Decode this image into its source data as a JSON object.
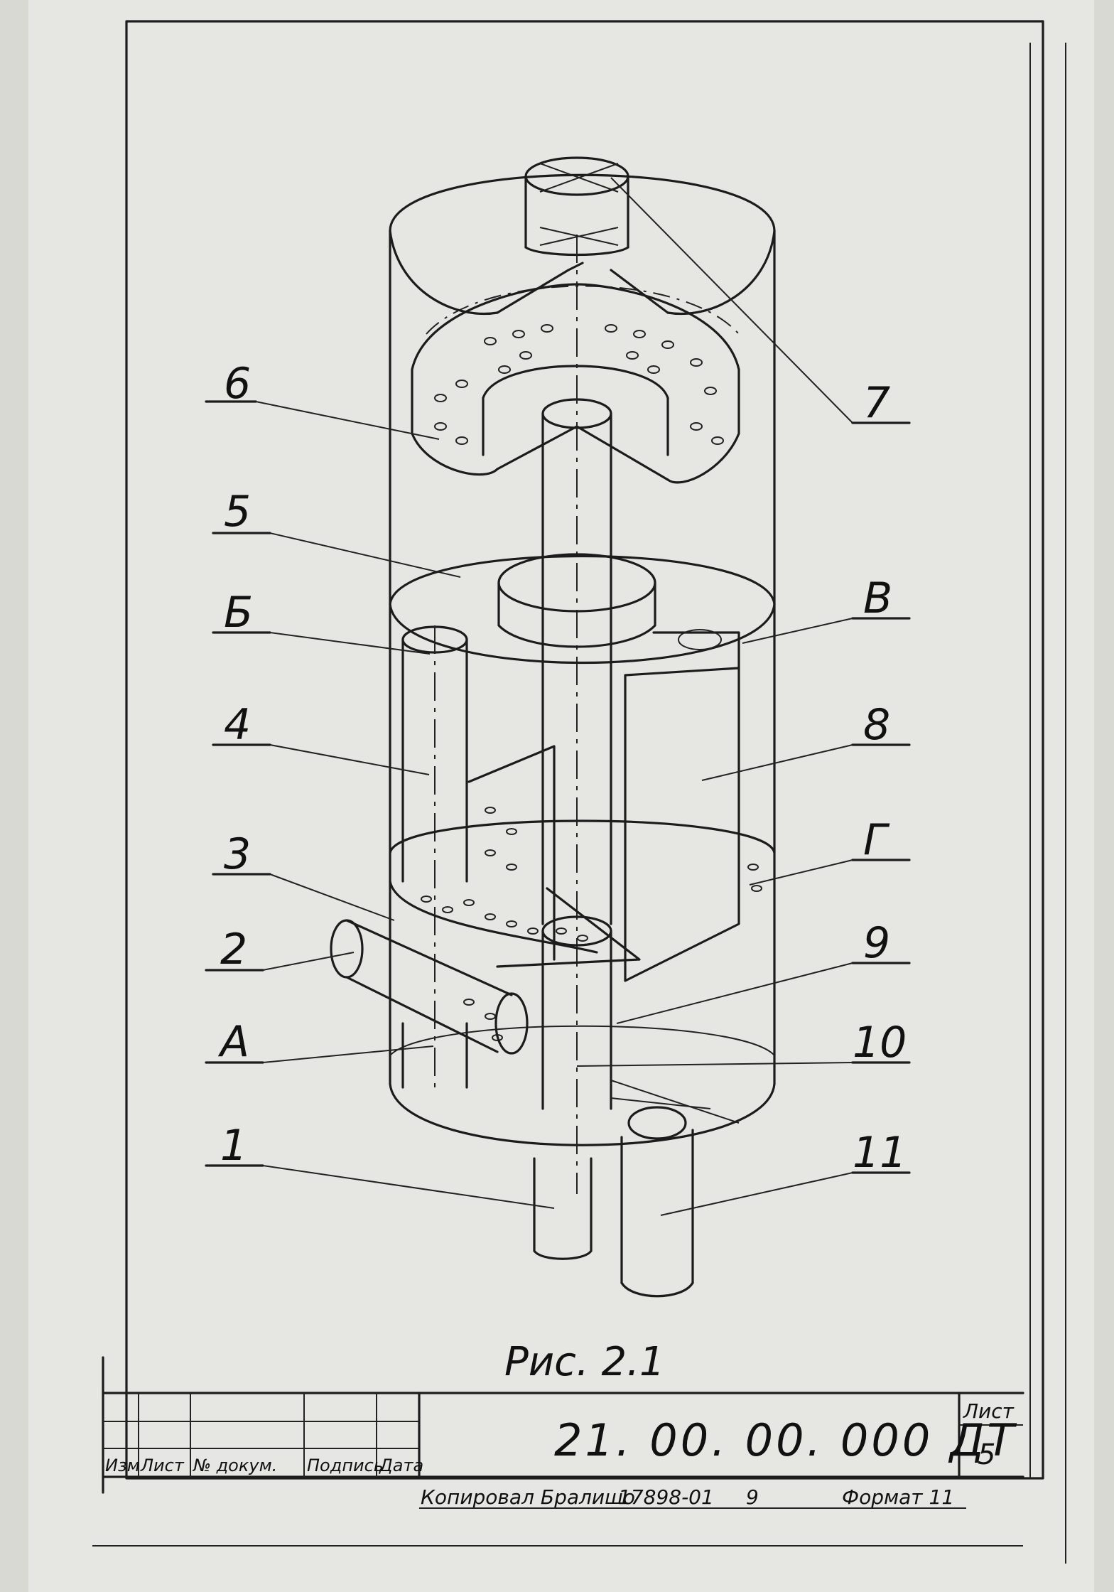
{
  "figure": {
    "caption": "Рис. 2.1",
    "callouts": [
      {
        "id": "6",
        "label": "6"
      },
      {
        "id": "5",
        "label": "5"
      },
      {
        "id": "B-cyr",
        "label": "Б"
      },
      {
        "id": "4",
        "label": "4"
      },
      {
        "id": "3",
        "label": "3"
      },
      {
        "id": "2",
        "label": "2"
      },
      {
        "id": "A",
        "label": "А"
      },
      {
        "id": "1",
        "label": "1"
      },
      {
        "id": "7",
        "label": "7"
      },
      {
        "id": "V",
        "label": "В"
      },
      {
        "id": "8",
        "label": "8"
      },
      {
        "id": "G",
        "label": "Г"
      },
      {
        "id": "9",
        "label": "9"
      },
      {
        "id": "10",
        "label": "10"
      },
      {
        "id": "11",
        "label": "11"
      }
    ]
  },
  "title_block": {
    "doc_code": "21. 00. 00. 000 ДТ",
    "col_izm": "Изм",
    "col_list": "Лист",
    "col_doc": "№ докум.",
    "col_sign": "Подпись",
    "col_date": "Дата",
    "sheet_label": "Лист",
    "sheet_number": "5",
    "copied_by": "Копировал Бралишо",
    "order_number": "17898-01",
    "copy_number": "9",
    "format_label": "Формат 11"
  },
  "colors": {
    "paper": "#e6e6e2",
    "ink": "#1c1c1c",
    "background": "#d9d9d4"
  }
}
